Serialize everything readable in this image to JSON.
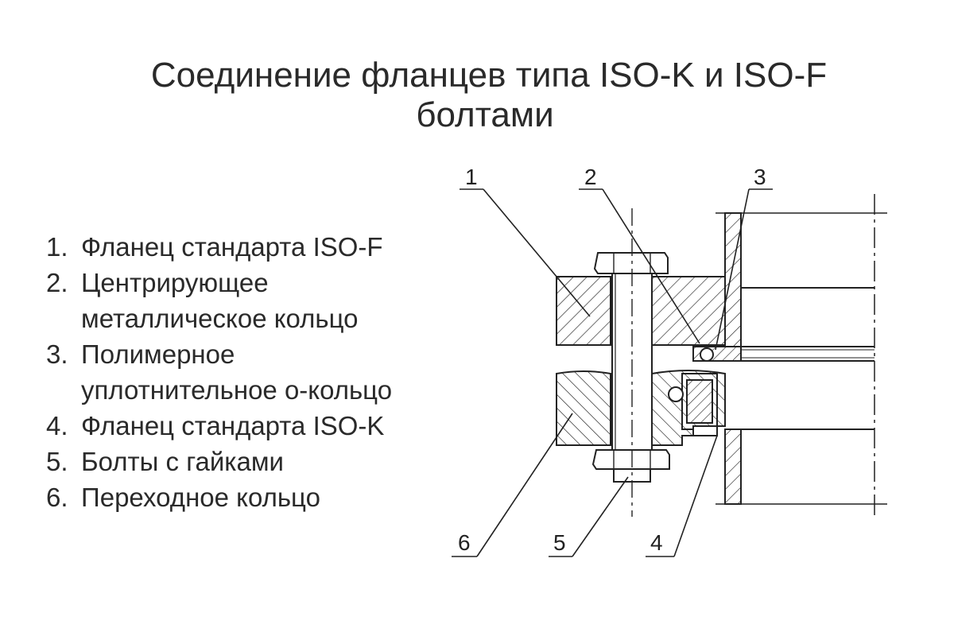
{
  "title": {
    "line1": "Соединение фланцев типа ISO-K и ISO-F",
    "line2": "болтами"
  },
  "legend": [
    {
      "num": "1.",
      "lines": [
        "Фланец стандарта ISO-F"
      ]
    },
    {
      "num": "2.",
      "lines": [
        "Центрирующее",
        "металлическое кольцо"
      ]
    },
    {
      "num": "3.",
      "lines": [
        "Полимерное",
        "уплотнительное о-кольцо"
      ]
    },
    {
      "num": "4.",
      "lines": [
        "Фланец стандарта ISO-K"
      ]
    },
    {
      "num": "5.",
      "lines": [
        "Болты с гайками"
      ]
    },
    {
      "num": "6.",
      "lines": [
        "Переходное кольцо"
      ]
    }
  ],
  "callouts": {
    "c1": "1",
    "c2": "2",
    "c3": "3",
    "c4": "4",
    "c5": "5",
    "c6": "6"
  },
  "colors": {
    "line": "#222222",
    "background": "#ffffff"
  }
}
